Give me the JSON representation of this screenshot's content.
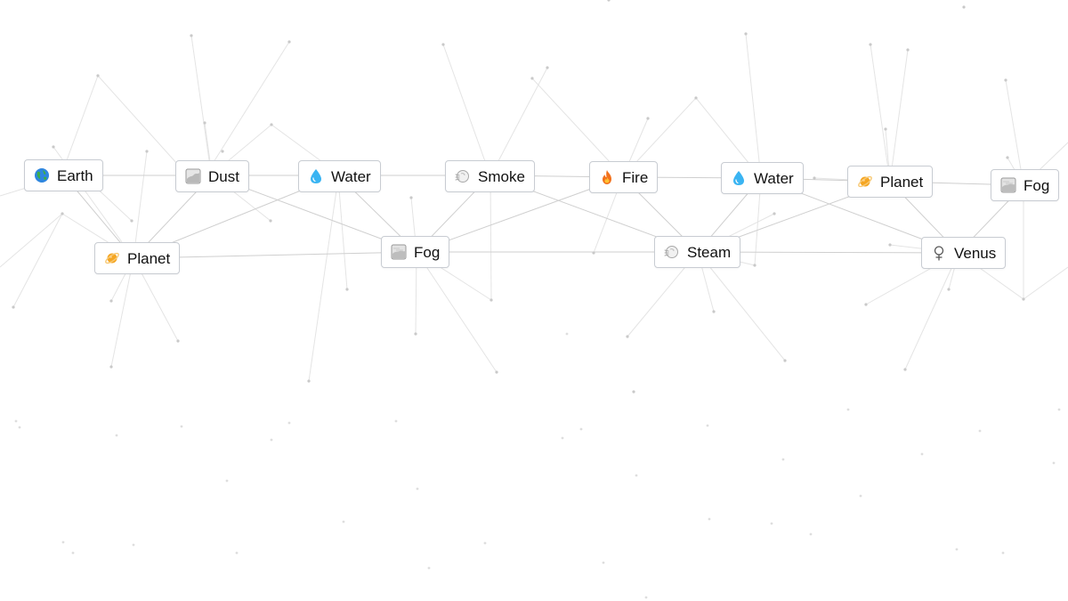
{
  "items": [
    {
      "label": "Earth",
      "icon": "globe-icon"
    },
    {
      "label": "Dust",
      "icon": "dust-cloud-icon"
    },
    {
      "label": "Water",
      "icon": "water-droplet-icon"
    },
    {
      "label": "Smoke",
      "icon": "smoke-puff-icon"
    },
    {
      "label": "Fire",
      "icon": "fire-flame-icon"
    },
    {
      "label": "Water",
      "icon": "water-droplet-icon"
    },
    {
      "label": "Planet",
      "icon": "ringed-planet-icon"
    },
    {
      "label": "Fog",
      "icon": "fog-cloud-icon"
    },
    {
      "label": "Planet",
      "icon": "ringed-planet-icon"
    },
    {
      "label": "Fog",
      "icon": "fog-cloud-icon"
    },
    {
      "label": "Steam",
      "icon": "steam-puff-icon"
    },
    {
      "label": "Venus",
      "icon": "venus-symbol-icon"
    }
  ],
  "colors": {
    "background": "#ffffff",
    "item_border": "#c8ccd2",
    "item_text": "#111111",
    "connection_line": "#e4e4e4",
    "particle": "#c9c9c9"
  }
}
